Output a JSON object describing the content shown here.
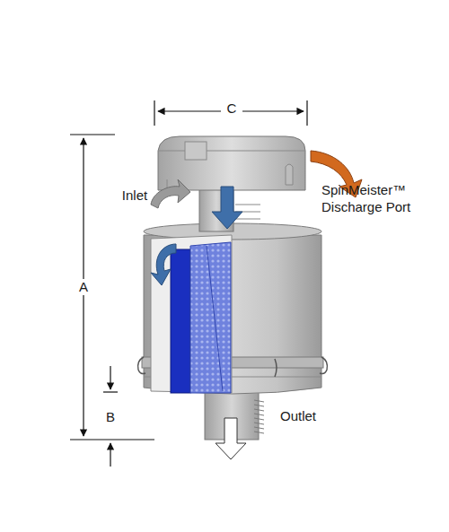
{
  "diagram": {
    "labels": [
      "C",
      "A",
      "B",
      "Inlet",
      "SpinMeister™ Discharge Port",
      "Outlet"
    ]
  }
}
